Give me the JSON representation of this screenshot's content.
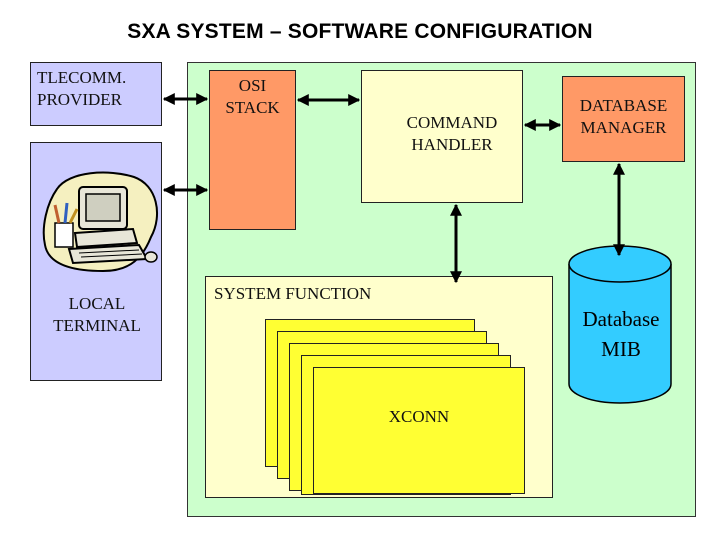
{
  "title": "SXA SYSTEM – SOFTWARE CONFIGURATION",
  "boxes": {
    "telecom": [
      "TLECOMM.",
      "PROVIDER"
    ],
    "terminal": [
      "LOCAL",
      "TERMINAL"
    ],
    "osi": [
      "OSI",
      "STACK"
    ],
    "command": [
      "COMMAND",
      "HANDLER"
    ],
    "dbmanager": [
      "DATABASE",
      "MANAGER"
    ],
    "system_function": "SYSTEM FUNCTION",
    "xconn": "XCONN",
    "database": [
      "Database",
      "MIB"
    ]
  },
  "icons": {
    "terminal_illustration": "computer-icon"
  },
  "colors": {
    "green_area": "#ccffcc",
    "lavender": "#ccccff",
    "orange": "#ff9966",
    "pale_yellow": "#ffffcc",
    "yellow": "#ffff33",
    "cylinder": "#33ccff"
  }
}
